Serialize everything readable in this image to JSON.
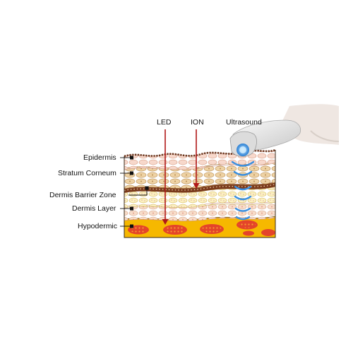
{
  "diagram": {
    "top_labels": {
      "led": "LED",
      "ion": "ION",
      "ultrasound": "Ultrasound"
    },
    "layer_labels": [
      "Epidermis",
      "Stratum Corneum",
      "Dermis Barrier Zone",
      "Dermis Layer",
      "Hypodermic"
    ],
    "colors": {
      "led_arrow": "#b01818",
      "ion_arrow": "#b01818",
      "ultrasound_wave": "#3a8fe0",
      "epidermis": "#f2c9b8",
      "stratum_corneum": "#e2c79a",
      "barrier": "#7a3a1c",
      "dermis": "#f7e7a6",
      "hypodermic": "#f6b800",
      "fat_cell": "#e4442a",
      "device": "#e4e4e4"
    }
  }
}
